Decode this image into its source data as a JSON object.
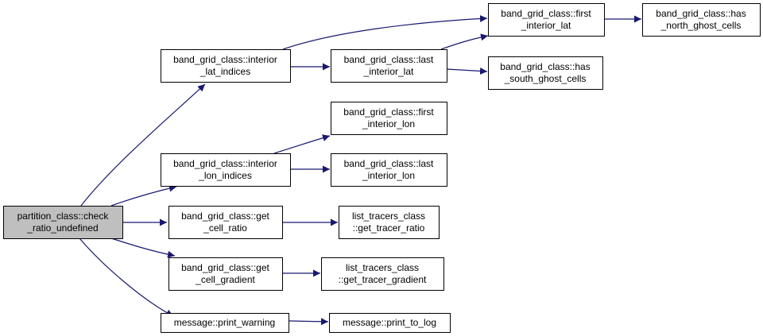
{
  "nodes": [
    {
      "id": "check_ratio",
      "lines": [
        "partition_class::check",
        "_ratio_undefined"
      ],
      "root": true
    },
    {
      "id": "interior_lat_indices",
      "lines": [
        "band_grid_class::interior",
        "_lat_indices"
      ]
    },
    {
      "id": "interior_lon_indices",
      "lines": [
        "band_grid_class::interior",
        "_lon_indices"
      ]
    },
    {
      "id": "get_cell_ratio",
      "lines": [
        "band_grid_class::get",
        "_cell_ratio"
      ]
    },
    {
      "id": "get_cell_gradient",
      "lines": [
        "band_grid_class::get",
        "_cell_gradient"
      ]
    },
    {
      "id": "print_warning",
      "lines": [
        "message::print_warning"
      ]
    },
    {
      "id": "last_interior_lat",
      "lines": [
        "band_grid_class::last",
        "_interior_lat"
      ]
    },
    {
      "id": "first_interior_lat",
      "lines": [
        "band_grid_class::first",
        "_interior_lat"
      ]
    },
    {
      "id": "has_south_ghost_cells",
      "lines": [
        "band_grid_class::has",
        "_south_ghost_cells"
      ]
    },
    {
      "id": "has_north_ghost_cells",
      "lines": [
        "band_grid_class::has",
        "_north_ghost_cells"
      ]
    },
    {
      "id": "first_interior_lon",
      "lines": [
        "band_grid_class::first",
        "_interior_lon"
      ]
    },
    {
      "id": "last_interior_lon",
      "lines": [
        "band_grid_class::last",
        "_interior_lon"
      ]
    },
    {
      "id": "get_tracer_ratio",
      "lines": [
        "list_tracers_class",
        "::get_tracer_ratio"
      ]
    },
    {
      "id": "get_tracer_gradient",
      "lines": [
        "list_tracers_class",
        "::get_tracer_gradient"
      ]
    },
    {
      "id": "print_to_log",
      "lines": [
        "message::print_to_log"
      ]
    }
  ],
  "edges": [
    {
      "from": "check_ratio",
      "to": "interior_lat_indices"
    },
    {
      "from": "check_ratio",
      "to": "interior_lon_indices"
    },
    {
      "from": "check_ratio",
      "to": "get_cell_ratio"
    },
    {
      "from": "check_ratio",
      "to": "get_cell_gradient"
    },
    {
      "from": "check_ratio",
      "to": "print_warning"
    },
    {
      "from": "interior_lat_indices",
      "to": "first_interior_lat"
    },
    {
      "from": "interior_lat_indices",
      "to": "last_interior_lat"
    },
    {
      "from": "last_interior_lat",
      "to": "first_interior_lat"
    },
    {
      "from": "last_interior_lat",
      "to": "has_south_ghost_cells"
    },
    {
      "from": "first_interior_lat",
      "to": "has_north_ghost_cells"
    },
    {
      "from": "interior_lon_indices",
      "to": "first_interior_lon"
    },
    {
      "from": "interior_lon_indices",
      "to": "last_interior_lon"
    },
    {
      "from": "get_cell_ratio",
      "to": "get_tracer_ratio"
    },
    {
      "from": "get_cell_gradient",
      "to": "get_tracer_gradient"
    },
    {
      "from": "print_warning",
      "to": "print_to_log"
    }
  ],
  "colors": {
    "edge": "#191970",
    "root_fill": "#bfbfbf",
    "node_fill": "#ffffff",
    "node_border": "#000000"
  }
}
